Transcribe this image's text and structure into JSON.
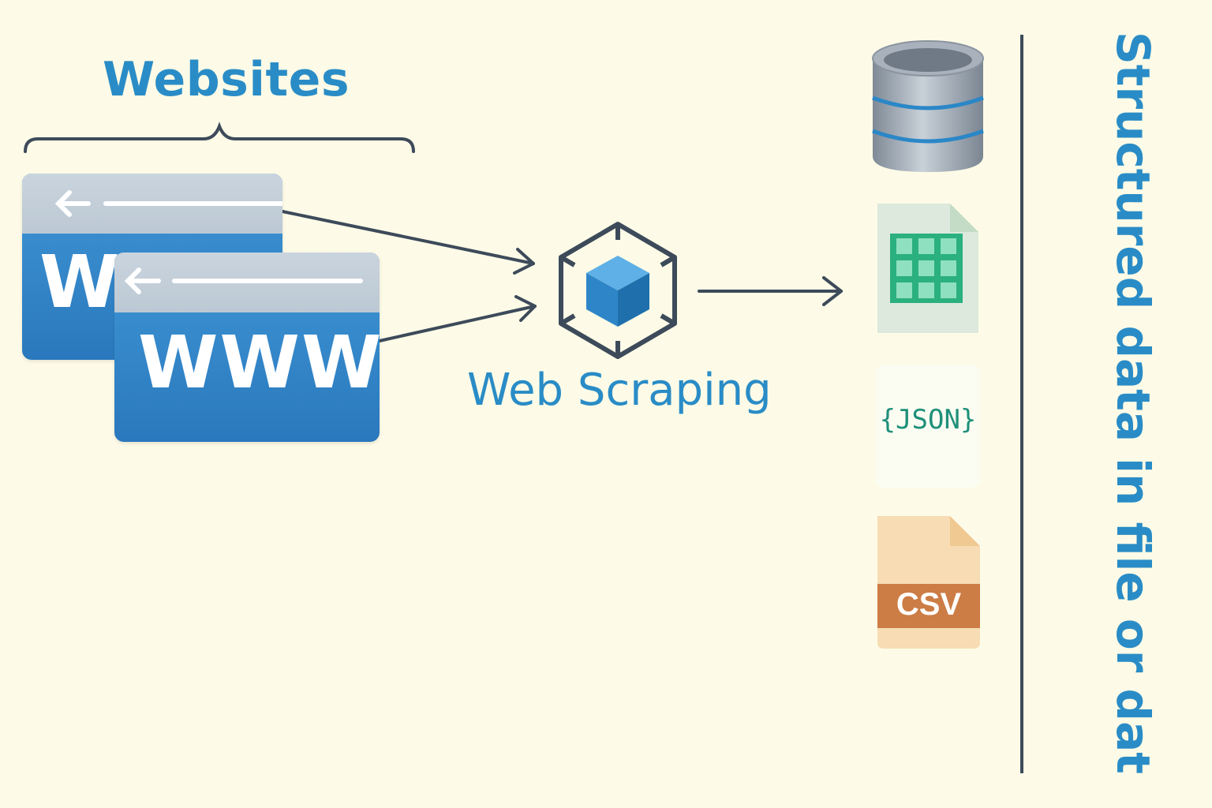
{
  "websites": {
    "title": "Websites",
    "browser_back_text": "WWW",
    "browser_front_text": "WWW"
  },
  "process": {
    "label": "Web Scraping",
    "icon": "cube-icon"
  },
  "outputs": {
    "items": [
      {
        "icon": "database-icon"
      },
      {
        "icon": "spreadsheet-icon"
      },
      {
        "icon": "json-file-icon",
        "text": "{JSON}"
      },
      {
        "icon": "csv-file-icon",
        "text": "CSV"
      }
    ]
  },
  "side_label": "Structured data in file or databas",
  "colors": {
    "background": "#fdfbe7",
    "accent": "#2a8cc6",
    "arrow": "#3d4a5a",
    "spreadsheet_green": "#2bb07f",
    "csv_orange": "#cc7c45"
  }
}
